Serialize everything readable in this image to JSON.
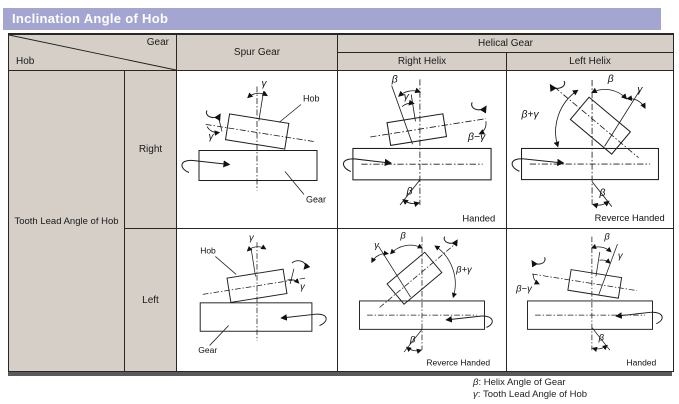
{
  "title": "Inclination Angle of Hob",
  "table": {
    "corner": {
      "top_right": "Gear",
      "bottom_left": "Hob"
    },
    "columns": {
      "spur": "Spur Gear",
      "helical": "Helical Gear",
      "right_helix": "Right Helix",
      "left_helix": "Left Helix"
    },
    "row_group": "Tooth Lead Angle of Hob",
    "rows": {
      "right": "Right",
      "left": "Left"
    }
  },
  "diagrams": {
    "spur_right": {
      "gamma_top": "γ",
      "gamma_side": "γ",
      "hob": "Hob",
      "gear": "Gear"
    },
    "spur_left": {
      "gamma_top": "γ",
      "gamma_side": "γ",
      "hob": "Hob",
      "gear": "Gear"
    },
    "helical_right_right": {
      "beta_top": "β",
      "gamma": "γ",
      "axis_angle": "β−γ",
      "beta_bottom": "β",
      "caption": "Handed"
    },
    "helical_right_left": {
      "beta_top": "β",
      "gamma": "γ",
      "axis_angle": "β+γ",
      "beta_bottom": "β",
      "caption": "Reverce Handed"
    },
    "helical_left_right": {
      "beta_top": "β",
      "gamma": "γ",
      "axis_angle": "β+γ",
      "beta_bottom": "β",
      "caption": "Reverce Handed"
    },
    "helical_left_left": {
      "beta_top": "β",
      "gamma": "γ",
      "axis_angle": "β−γ",
      "beta_bottom": "β",
      "caption": "Handed"
    }
  },
  "footnotes": [
    {
      "symbol": "β",
      "text": ": Helix Angle of Gear"
    },
    {
      "symbol": "γ",
      "text": ": Tooth Lead Angle of Hob"
    }
  ],
  "colors": {
    "title_bg": "#a5a5d2",
    "header_bg": "#d6cfc7",
    "line": "#2a2624",
    "bottom_bar": "#595a5c"
  }
}
